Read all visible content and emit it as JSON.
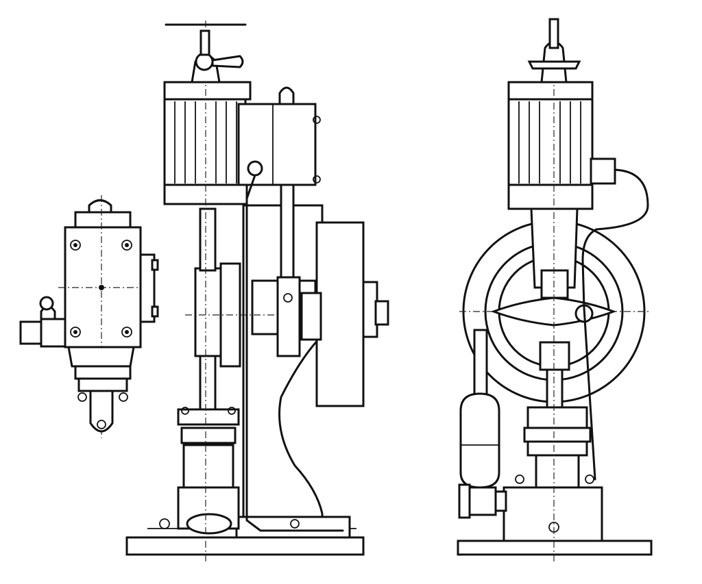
{
  "figure": {
    "views": [
      "side-detail-view",
      "front-elevation-view",
      "side-elevation-view"
    ],
    "style": "engineering line drawing, black ink on white",
    "colors": {
      "ink": "#111111",
      "paper": "#ffffff"
    },
    "text": []
  }
}
